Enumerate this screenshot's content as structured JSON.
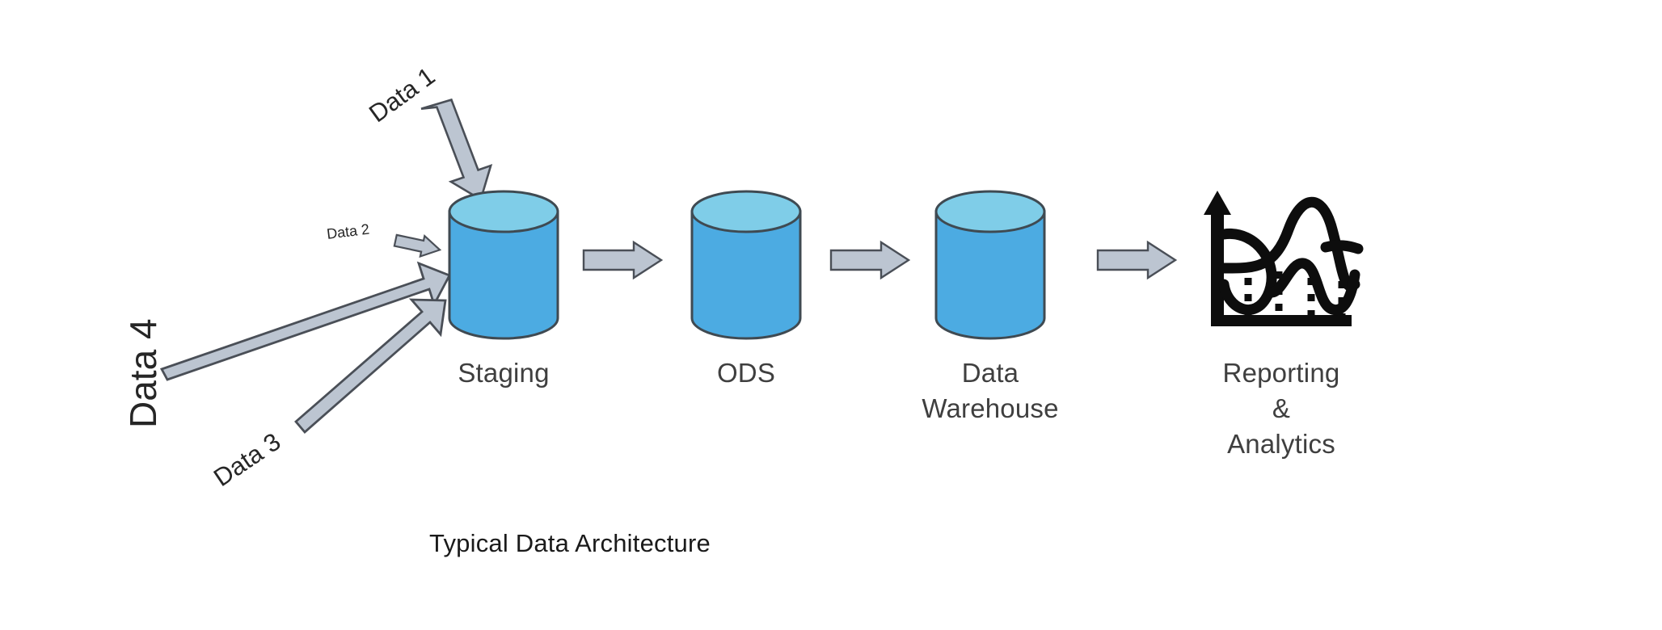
{
  "diagram": {
    "caption": "Typical Data Architecture",
    "colors": {
      "cylinder_body": "#4CABE2",
      "cylinder_top": "#7FCDE8",
      "cylinder_stroke": "#3f4a52",
      "arrow_fill": "#BCC5D1",
      "arrow_stroke": "#4a4f57",
      "icon_black": "#0d0d0d",
      "label_text": "#3f3f3f",
      "caption_text": "#1a1a1a",
      "source_text": "#262626",
      "background": "#ffffff"
    },
    "sources": [
      {
        "id": "data-1",
        "label": "Data 1",
        "rotation_deg": -36,
        "font_size": 31,
        "arrow": "diagonal-down-right"
      },
      {
        "id": "data-2",
        "label": "Data 2",
        "rotation_deg": -7,
        "font_size": 18,
        "arrow": "short-right"
      },
      {
        "id": "data-3",
        "label": "Data 3",
        "rotation_deg": -34,
        "font_size": 31,
        "arrow": "long-up-right"
      },
      {
        "id": "data-4",
        "label": "Data 4",
        "rotation_deg": -90,
        "font_size": 46,
        "arrow": "long-shallow-up-right"
      }
    ],
    "stages": [
      {
        "id": "staging",
        "label": "Staging",
        "shape": "cylinder"
      },
      {
        "id": "ods",
        "label": "ODS",
        "shape": "cylinder"
      },
      {
        "id": "data-warehouse",
        "label": "Data\nWarehouse",
        "shape": "cylinder"
      },
      {
        "id": "reporting-analytics",
        "label": "Reporting\n&\nAnalytics",
        "shape": "analytics-chart-icon"
      }
    ],
    "flow_arrows": [
      {
        "id": "staging-to-ods",
        "from": "staging",
        "to": "ods"
      },
      {
        "id": "ods-to-dw",
        "from": "ods",
        "to": "data-warehouse"
      },
      {
        "id": "dw-to-reporting",
        "from": "data-warehouse",
        "to": "reporting-analytics"
      }
    ],
    "icons": {
      "analytics": "analytics-chart-icon",
      "cylinder": "database-cylinder-icon",
      "block_arrow": "block-arrow-icon"
    }
  }
}
